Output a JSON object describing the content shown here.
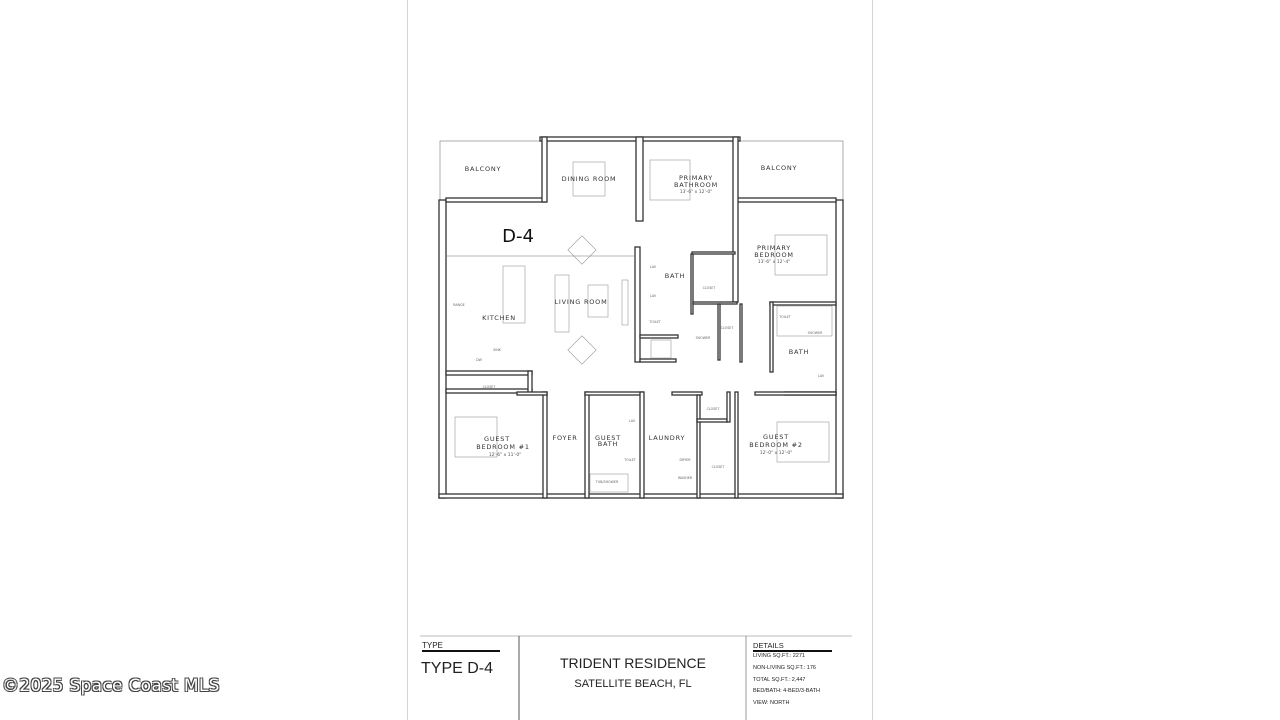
{
  "plan": {
    "unit_tag": "D-4",
    "rooms": {
      "balcony_left": "BALCONY",
      "balcony_right": "BALCONY",
      "dining_room": "DINING ROOM",
      "primary_bathroom_1": "PRIMARY",
      "primary_bathroom_2": "BATHROOM",
      "primary_bathroom_dim": "13'-6\" x 12'-0\"",
      "bath_center": "BATH",
      "primary_bedroom_1": "PRIMARY",
      "primary_bedroom_2": "BEDROOM",
      "primary_bedroom_dim": "13'-6\" x 12'-4\"",
      "kitchen": "KITCHEN",
      "living_room": "LIVING ROOM",
      "bath_right": "BATH",
      "guest_bedroom_1_a": "GUEST",
      "guest_bedroom_1_b": "BEDROOM #1",
      "guest_bedroom_1_dim": "12'-6\" x 11'-0\"",
      "foyer": "FOYER",
      "guest_bath_a": "GUEST",
      "guest_bath_b": "BATH",
      "laundry": "LAUNDRY",
      "guest_bedroom_2_a": "GUEST",
      "guest_bedroom_2_b": "BEDROOM #2",
      "guest_bedroom_2_dim": "12'-0\" x 12'-0\""
    },
    "fixtures": {
      "closet": "CLOSET",
      "toilet": "TOILET",
      "lav": "LAV",
      "shower": "SHOWER",
      "tub_shower": "TUB/SHOWER",
      "dryer": "DRYER",
      "washer": "WASHER",
      "sink": "SINK",
      "range": "RANGE",
      "dw": "DW"
    }
  },
  "title_block": {
    "type_heading": "TYPE",
    "type_value": "TYPE D-4",
    "project_name": "TRIDENT RESIDENCE",
    "location": "SATELLITE BEACH, FL",
    "details_heading": "DETAILS",
    "details": [
      "LIVING SQ.FT.: 2271",
      "NON-LIVING SQ.FT.: 176",
      "TOTAL SQ.FT.: 2,447",
      "BED/BATH: 4-BED/3-BATH",
      "VIEW: NORTH"
    ]
  },
  "watermark": "©2025 Space Coast MLS"
}
